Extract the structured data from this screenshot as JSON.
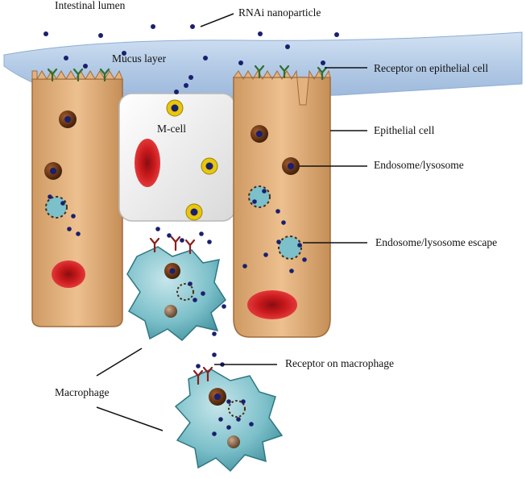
{
  "labels": {
    "intestinal_lumen": "Intestinal lumen",
    "rnai_nanoparticle": "RNAi nanoparticle",
    "mucus_layer": "Mucus layer",
    "receptor_epithelial": "Receptor on epithelial cell",
    "m_cell": "M-cell",
    "epithelial_cell": "Epithelial cell",
    "endosome_lysosome": "Endosome/lysosome",
    "endosome_escape": "Endosome/lysosome escape",
    "receptor_macrophage": "Receptor on macrophage",
    "macrophage": "Macrophage"
  },
  "colors": {
    "mucus": "#aac4e2",
    "epithelial_cell": "#e3b27f",
    "m_cell": "#f0f0f0",
    "macrophage": "#7cc0ca",
    "nanoparticle": "#1a1f6e",
    "red_blood_cell": "#c7191b",
    "endosome": "#5a2f14",
    "receptor_epithelial": "#2f6e2e",
    "receptor_macrophage": "#8a1f1f",
    "ring_yellow": "#e8c60e"
  }
}
